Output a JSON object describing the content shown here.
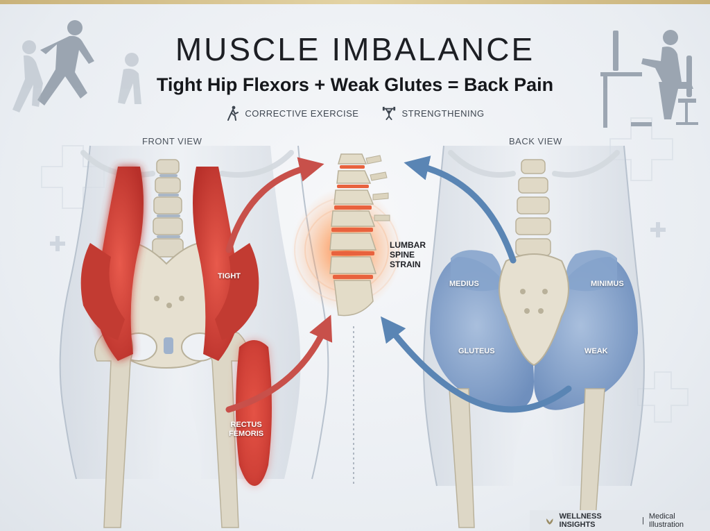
{
  "header": {
    "title": "MUSCLE IMBALANCE",
    "subtitle": "Tight Hip Flexors + Weak Glutes = Back Pain"
  },
  "legend": {
    "corrective": "CORRECTIVE EXERCISE",
    "strengthening": "STRENGTHENING"
  },
  "views": {
    "front": "FRONT VIEW",
    "back": "BACK VIEW"
  },
  "labels": {
    "tight": "TIGHT",
    "rectus": "RECTUS",
    "femoris": "FEMORIS",
    "lumbar": "LUMBAR",
    "spine": "SPINE",
    "strain": "STRAIN",
    "medius": "MEDIUS",
    "minimus": "MINIMUS",
    "gluteus": "GLUTEUS",
    "weak": "WEAK"
  },
  "footer": {
    "brand": "WELLNESS INSIGHTS",
    "separator": "|",
    "tagline": "Medical Illustration"
  },
  "colors": {
    "tight_muscle": "#d8453b",
    "weak_muscle": "#7d9cc8",
    "red_arrow": "#c8504a",
    "blue_arrow": "#5a85b4",
    "bone": "#e6e0d0",
    "brand_gold": "#c9b27a"
  }
}
